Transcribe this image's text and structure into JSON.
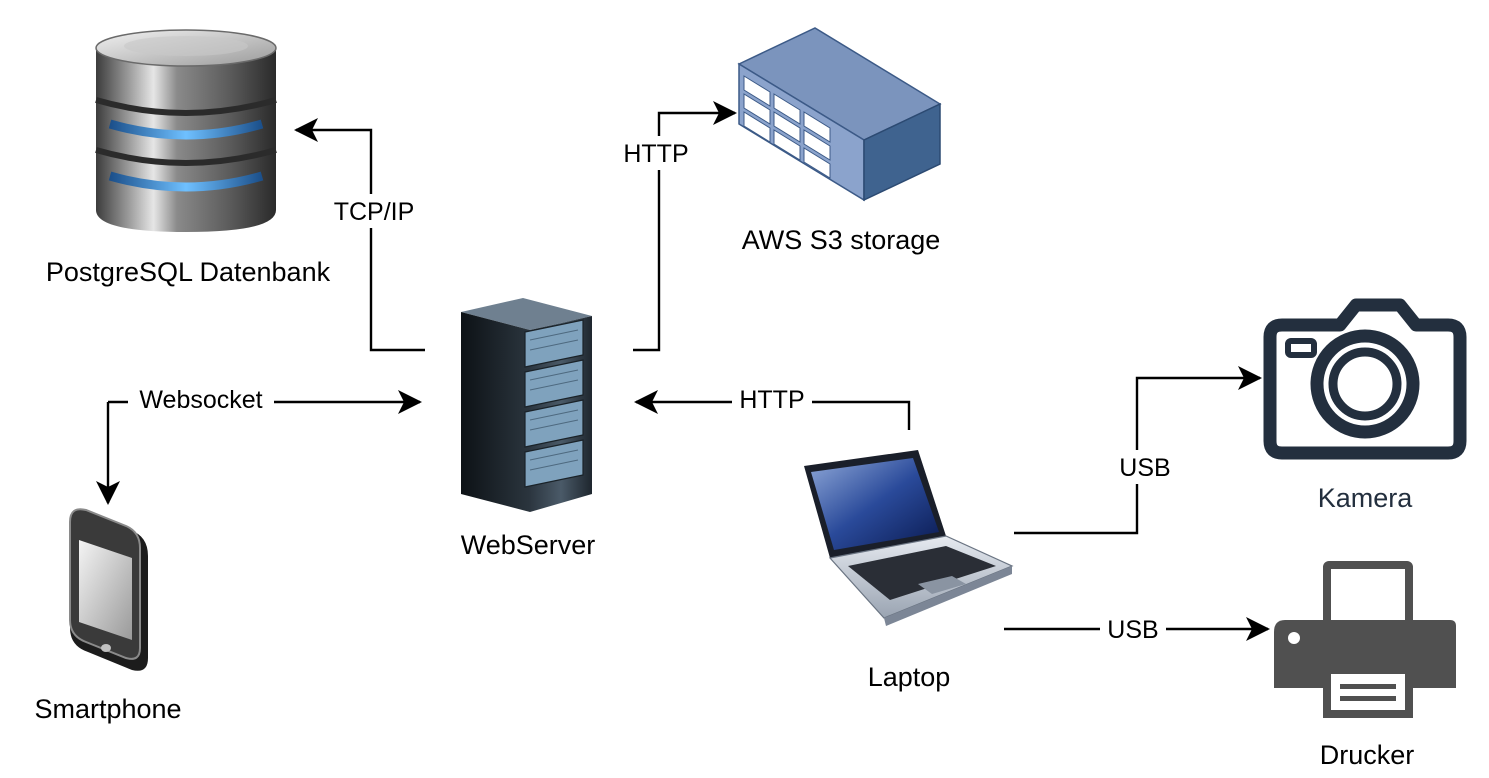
{
  "colors": {
    "line": "#000000",
    "icon_dark": "#232f3e",
    "icon_gray": "#505050",
    "label_gray": "#232f3e"
  },
  "nodes": {
    "database": {
      "label": "PostgreSQL Datenbank",
      "icon": "database-icon"
    },
    "s3": {
      "label": "AWS S3 storage",
      "icon": "storage-icon"
    },
    "webserver": {
      "label": "WebServer",
      "icon": "server-rack-icon"
    },
    "smartphone": {
      "label": "Smartphone",
      "icon": "smartphone-icon"
    },
    "laptop": {
      "label": "Laptop",
      "icon": "laptop-icon"
    },
    "camera": {
      "label": "Kamera",
      "icon": "camera-icon"
    },
    "printer": {
      "label": "Drucker",
      "icon": "printer-icon"
    }
  },
  "edges": {
    "server_db": {
      "label": "TCP/IP"
    },
    "server_s3": {
      "label": "HTTP"
    },
    "server_phone": {
      "label": "Websocket"
    },
    "laptop_server": {
      "label": "HTTP"
    },
    "laptop_camera": {
      "label": "USB"
    },
    "laptop_printer": {
      "label": "USB"
    }
  }
}
